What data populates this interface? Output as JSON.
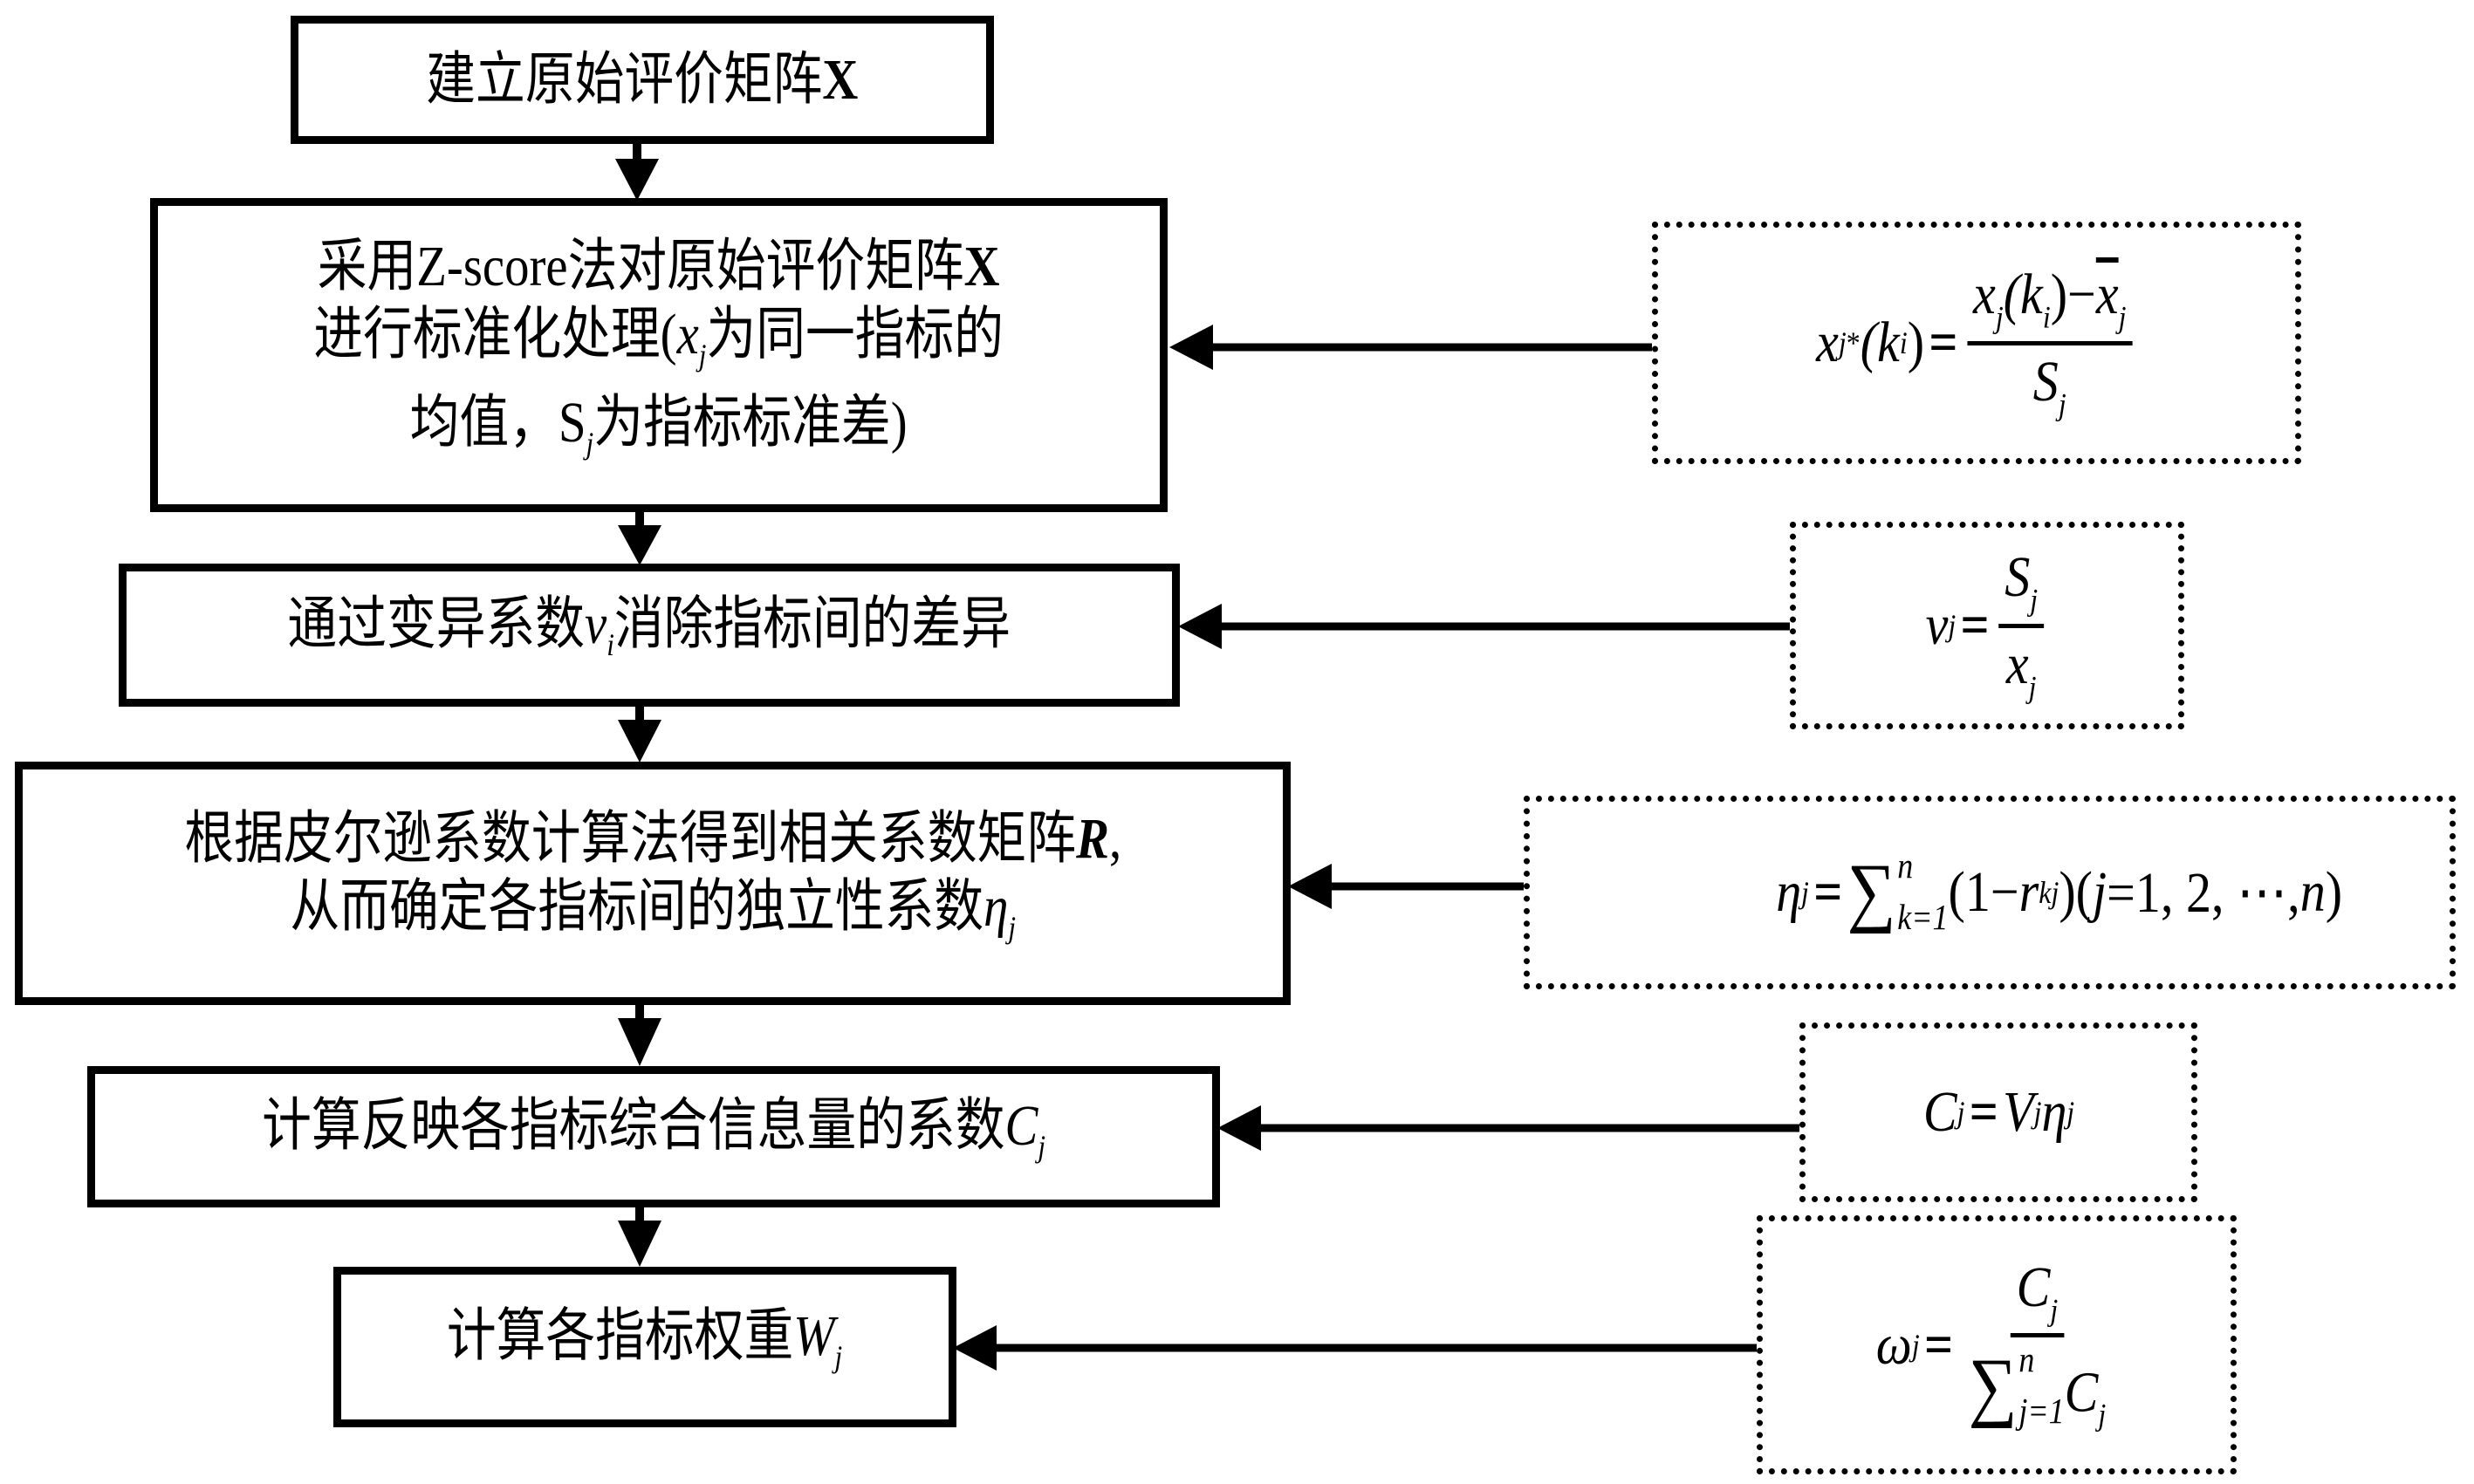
{
  "diagram": {
    "type": "flowchart",
    "direction": "top-to-bottom",
    "steps": [
      {
        "id": "step1",
        "text": "建立原始评价矩阵",
        "symbol": "X"
      },
      {
        "id": "step2",
        "lines": [
          "采用Z-score法对原始评价矩阵",
          "进行标准化处理(",
          "为同一指标的",
          "均值，",
          "为指标标准差)"
        ],
        "line1_pre": "采用Z-score法对原始评价矩阵",
        "line1_sym": "X",
        "line2_pre": "进行标准化处理(",
        "line2_var": "x",
        "line2_sub": "j",
        "line2_post": "为同一指标的",
        "line3_pre": "均值，",
        "line3_var": "S",
        "line3_sub": "j",
        "line3_post": "为指标标准差)"
      },
      {
        "id": "step3",
        "pre": "通过变异系数",
        "var": "v",
        "sub": "i",
        "post": "消除指标间的差异"
      },
      {
        "id": "step4",
        "line1_pre": "根据皮尔逊系数计算法得到相关系数矩阵",
        "line1_sym": "R",
        "line1_post": ",",
        "line2_pre": "从而确定各指标间的独立性系数",
        "line2_var": "η",
        "line2_sub": "j"
      },
      {
        "id": "step5",
        "pre": "计算反映各指标综合信息量的系数",
        "var": "C",
        "sub": "j"
      },
      {
        "id": "step6",
        "pre": "计算各指标权重",
        "var": "W",
        "sub": "j"
      }
    ],
    "formulas": [
      {
        "id": "f1",
        "target": "step2",
        "text": "x_j*(k_i) = (x_j(k_i) − x̄_j) / S_j",
        "lhs_var": "x",
        "lhs_sub": "j",
        "lhs_sup": "*",
        "lhs_arg": "(k",
        "lhs_arg_sub": "i",
        "lhs_arg_close": ")",
        "num_a": "x",
        "num_a_sub": "j",
        "num_b": "(k",
        "num_b_sub": "i",
        "num_c": ")−",
        "num_d": "x",
        "num_d_sub": "j",
        "den": "S",
        "den_sub": "j",
        "eq": "="
      },
      {
        "id": "f2",
        "target": "step3",
        "text": "v_j = S_j / x_j",
        "lhs": "v",
        "lhs_sub": "j",
        "num": "S",
        "num_sub": "j",
        "den": "x",
        "den_sub": "j",
        "eq": "="
      },
      {
        "id": "f3",
        "target": "step4",
        "text": "η_j = Σ_{k=1}^{n} (1 − r_kj) (j = 1, 2, ⋯, n)",
        "lhs": "η",
        "lhs_sub": "j",
        "eq": "=",
        "sigma": "∑",
        "upper": "n",
        "lower": "k=1",
        "body_a": "(1−",
        "body_r": "r",
        "body_r_sub": "kj",
        "body_b": ")(",
        "body_j": "j",
        "body_c": "=1, 2, ⋯, ",
        "body_n": "n",
        "body_d": ")"
      },
      {
        "id": "f4",
        "target": "step5",
        "text": "C_j = V_j η_j",
        "a": "C",
        "a_sub": "j",
        "eq": "=",
        "b": "V",
        "b_sub": "j",
        "c": "η",
        "c_sub": "j"
      },
      {
        "id": "f5",
        "target": "step6",
        "text": "ω_j = C_j / Σ_{j=1}^{n} C_j",
        "lhs": "ω",
        "lhs_sub": "j",
        "eq": "=",
        "num": "C",
        "num_sub": "j",
        "sigma": "∑",
        "upper": "n",
        "lower": "j=1",
        "den": "C",
        "den_sub": "j"
      }
    ]
  }
}
